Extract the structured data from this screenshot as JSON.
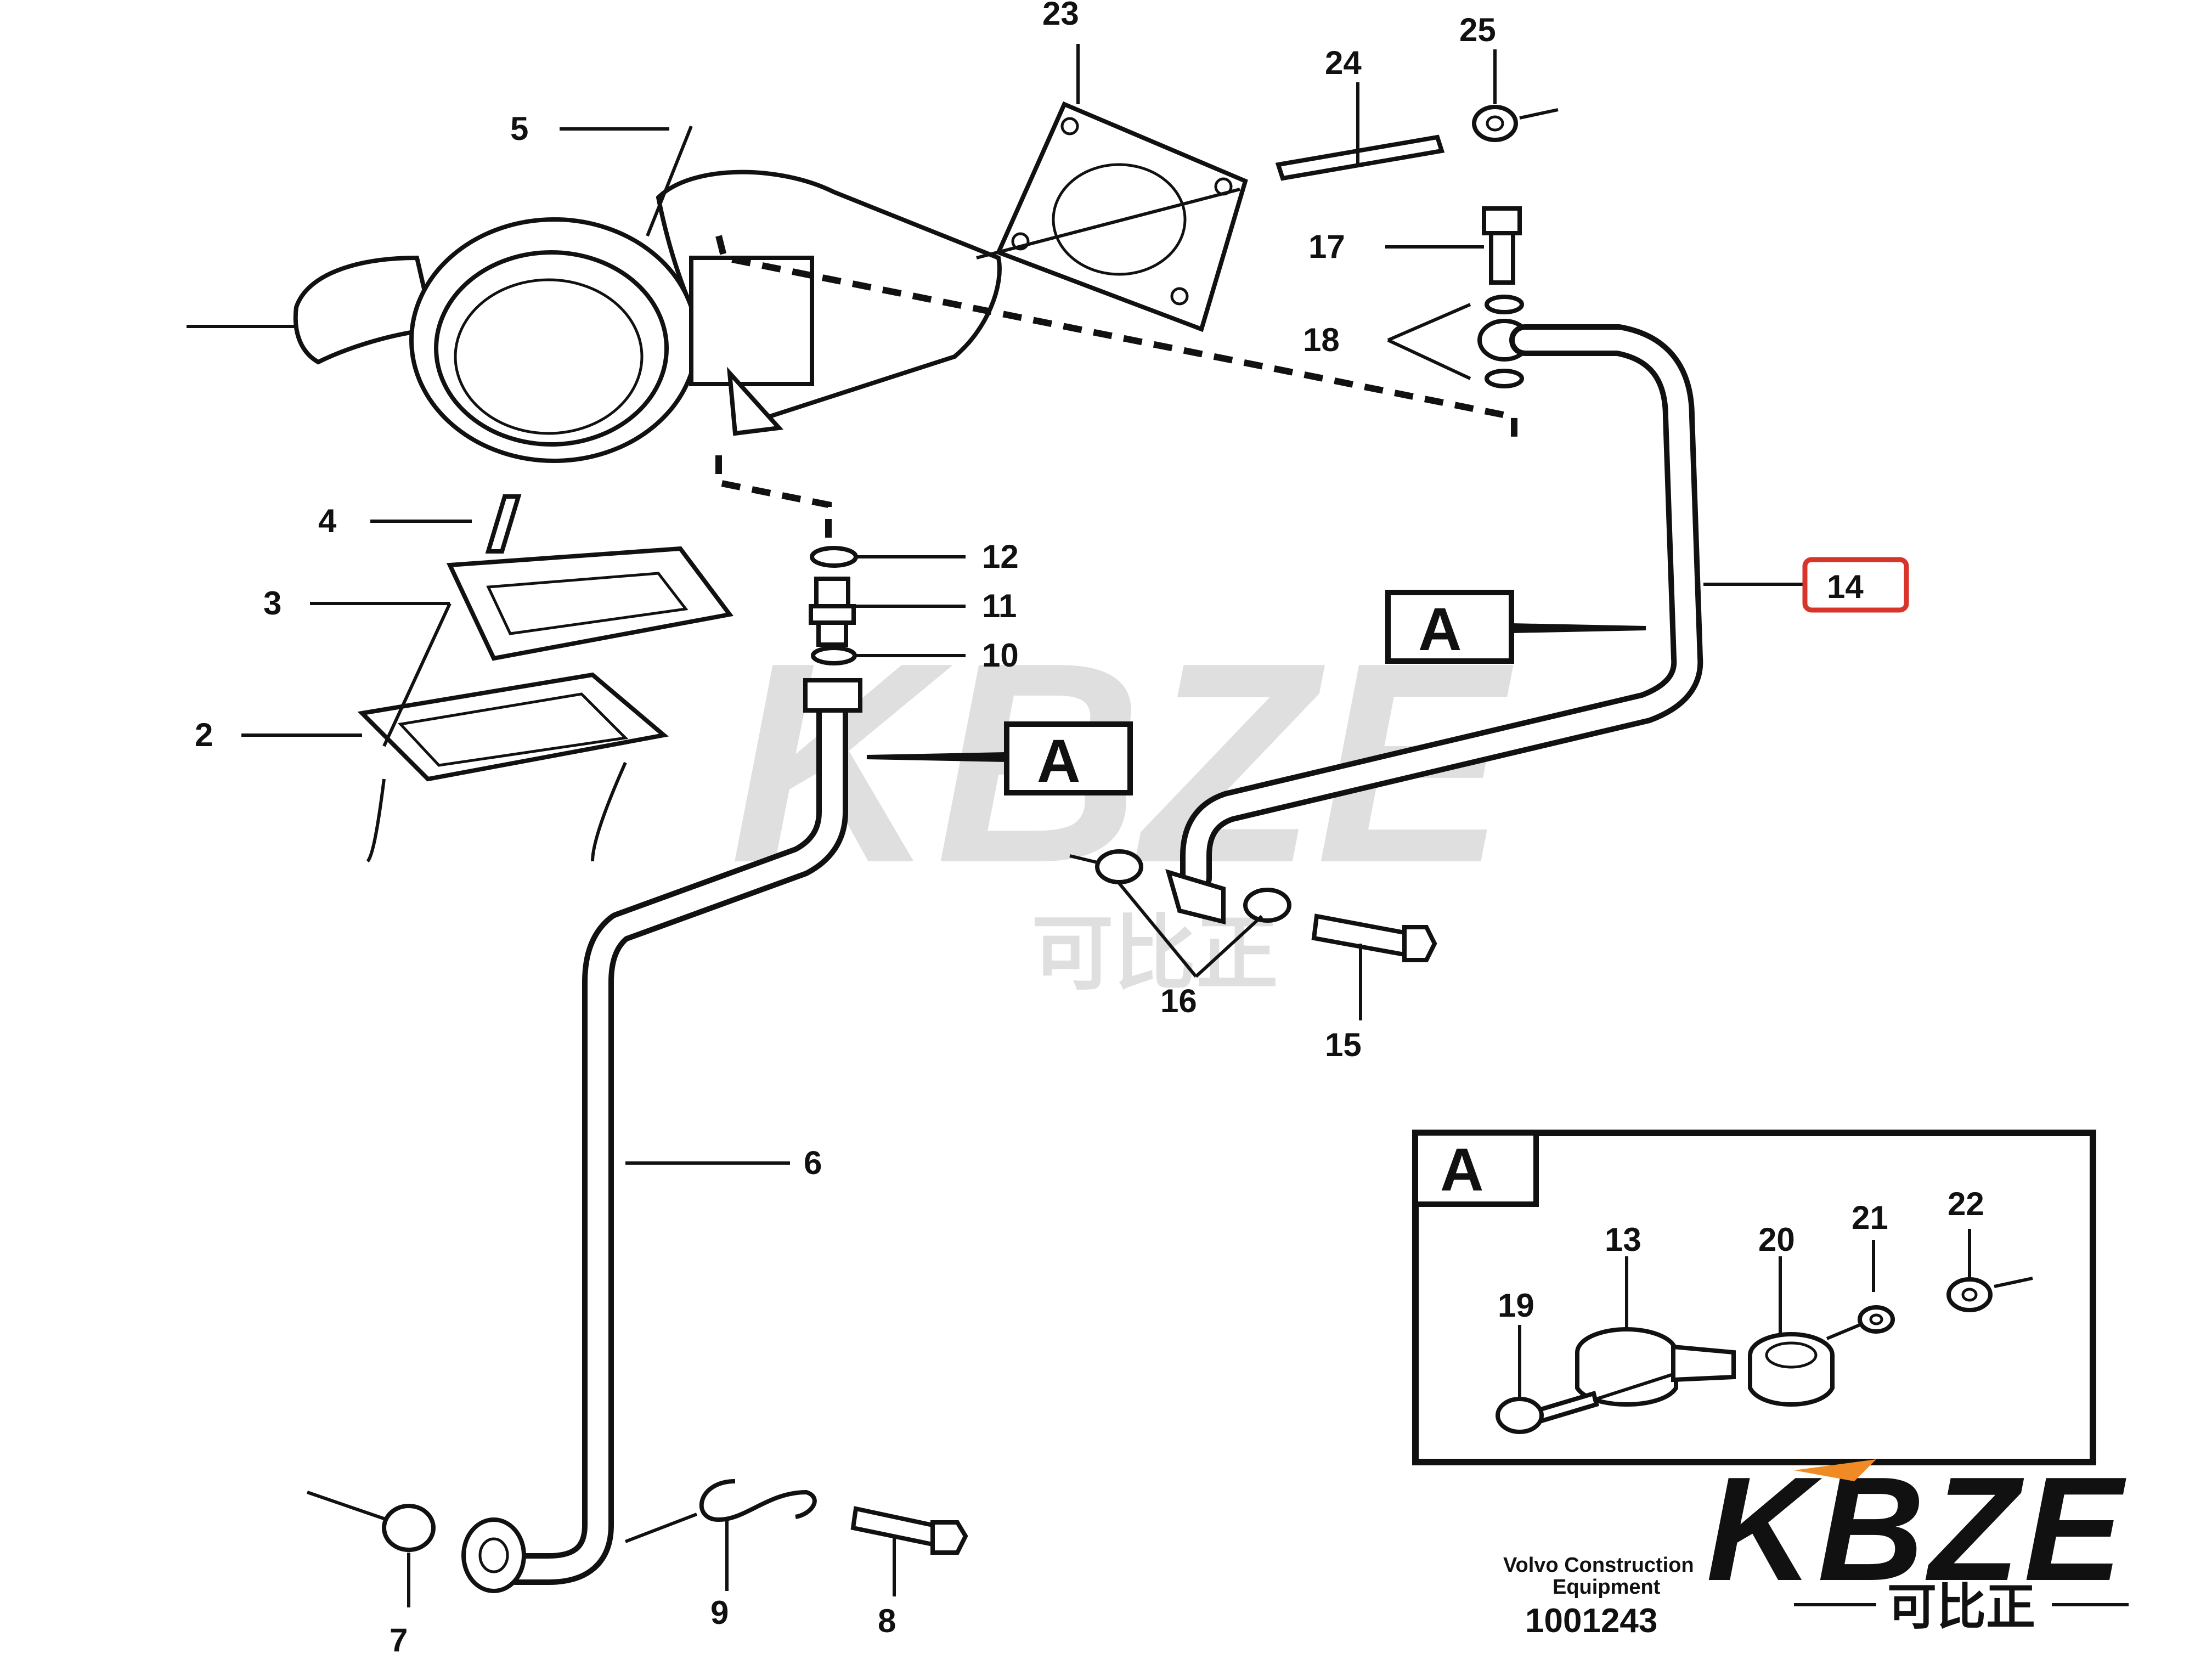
{
  "callouts": {
    "c2": "2",
    "c3": "3",
    "c4": "4",
    "c5": "5",
    "c6": "6",
    "c7": "7",
    "c8": "8",
    "c9": "9",
    "c10": "10",
    "c11": "11",
    "c12": "12",
    "c14": "14",
    "c15": "15",
    "c16": "16",
    "c17": "17",
    "c18": "18",
    "c23": "23",
    "c24": "24",
    "c25": "25"
  },
  "detail": {
    "letter": "A",
    "c13": "13",
    "c19": "19",
    "c20": "20",
    "c21": "21",
    "c22": "22"
  },
  "view_marker_left": "A",
  "view_marker_right": "A",
  "highlight_color": "#d9342b",
  "watermark": {
    "big": "KBZE",
    "cn": "可比正"
  },
  "footer": {
    "maker_line1": "Volvo Construction",
    "maker_line2": "Equipment",
    "doc_number": "1001243",
    "brand": "KBZE",
    "brand_cn": "可比正",
    "brand_accent": "#f08a24"
  }
}
